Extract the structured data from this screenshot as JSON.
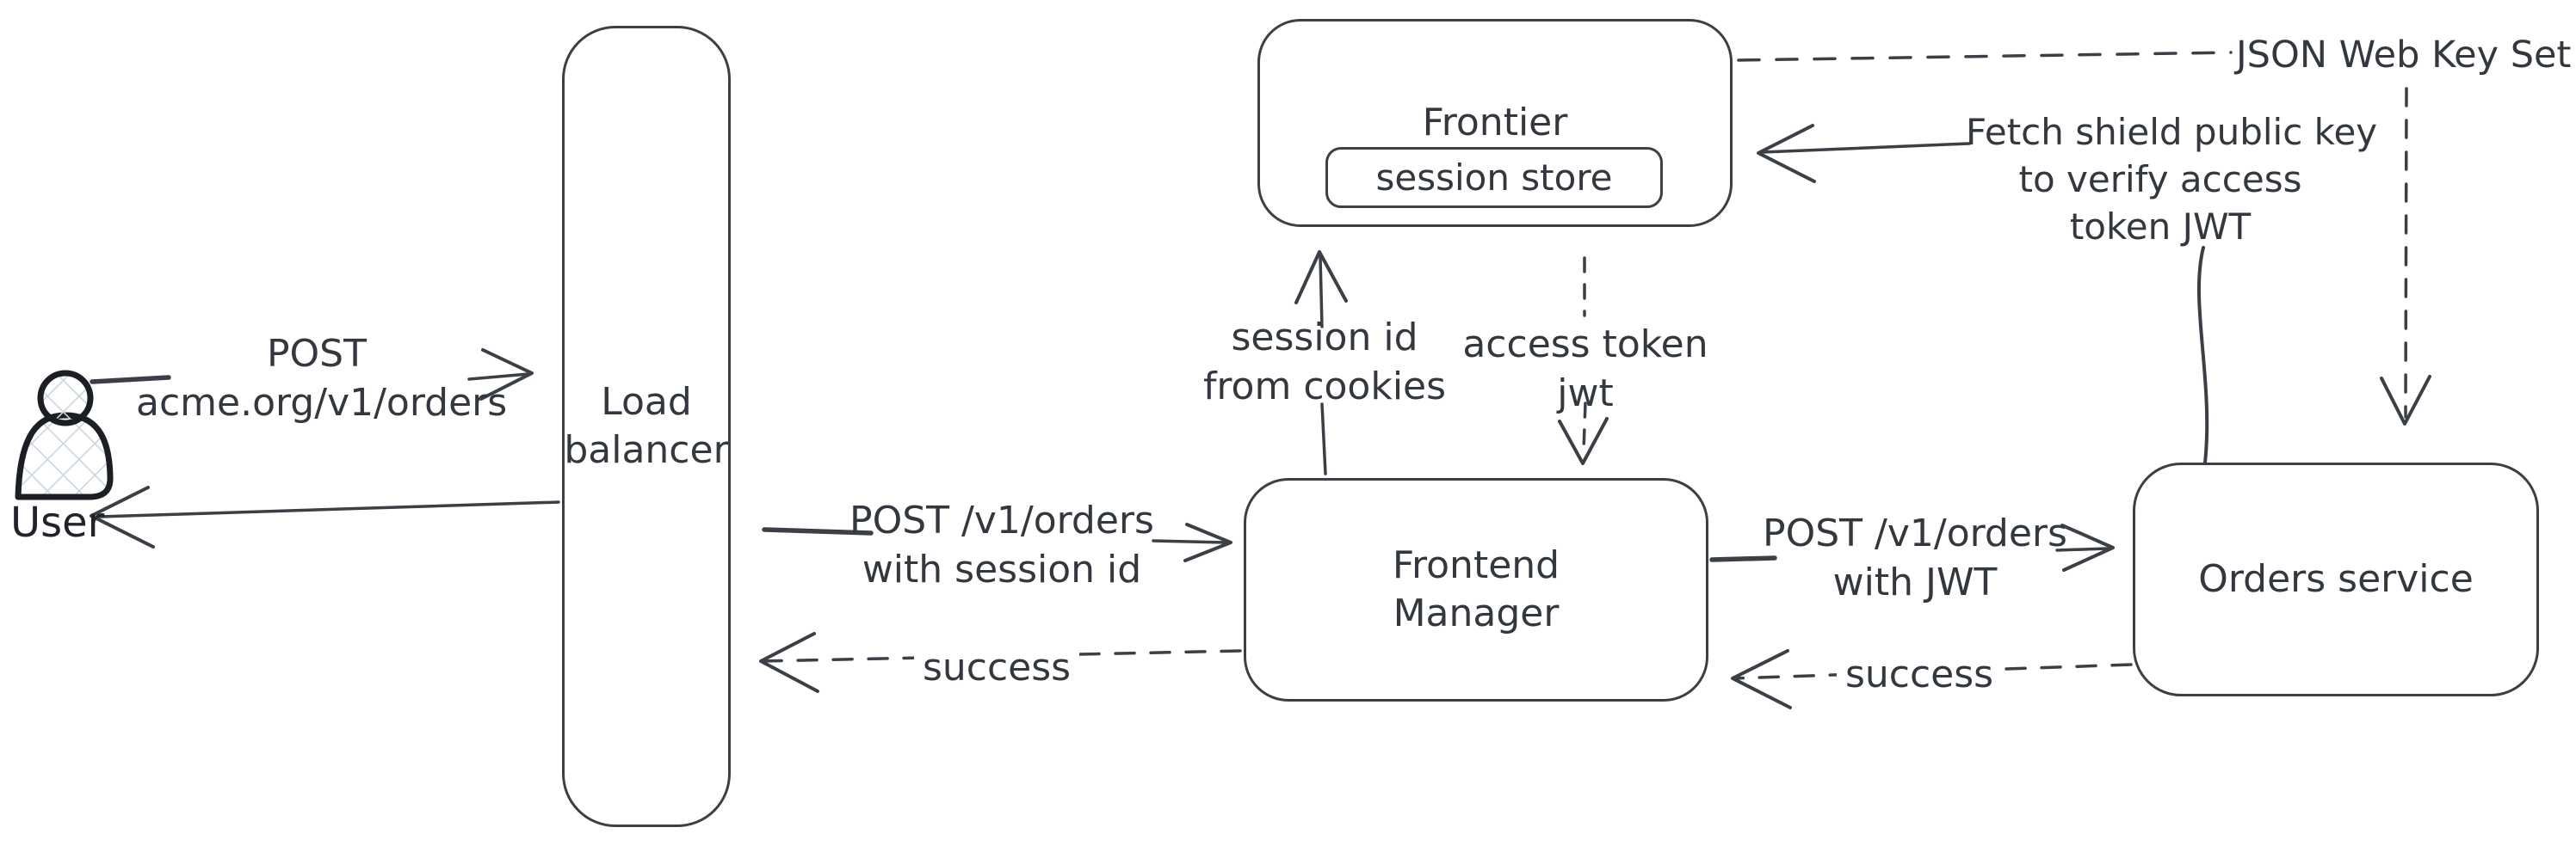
{
  "diagram": {
    "type": "architecture-flow",
    "background": "#ffffff"
  },
  "colors": {
    "stroke": "#3b3f46",
    "text": "#33373e",
    "actor_stroke": "#1b1e23",
    "actor_crosshatch": "#ccd5dd"
  },
  "nodes": {
    "user": {
      "label": "User"
    },
    "load_balancer": {
      "label_line1": "Load",
      "label_line2": "balancer"
    },
    "frontier": {
      "label": "Frontier",
      "session_store": {
        "label": "session store"
      }
    },
    "frontend_manager": {
      "label_line1": "Frontend",
      "label_line2": "Manager"
    },
    "orders_service": {
      "label": "Orders service"
    },
    "jwks": {
      "label": "JSON Web Key Set"
    }
  },
  "edges": {
    "user_to_lb": {
      "style": "solid",
      "label_line1": "POST",
      "label_line2": "acme.org/v1/orders"
    },
    "lb_to_user": {
      "style": "solid",
      "label": ""
    },
    "lb_to_fm": {
      "style": "solid",
      "label_line1": "POST /v1/orders",
      "label_line2": "with session id"
    },
    "fm_to_lb_success": {
      "style": "dashed",
      "label": "success"
    },
    "fm_to_frontier": {
      "style": "solid",
      "label_line1": "session id",
      "label_line2": "from cookies"
    },
    "frontier_to_fm": {
      "style": "dashed",
      "label_line1": "access token",
      "label_line2": "jwt"
    },
    "fm_to_orders": {
      "style": "solid",
      "label_line1": "POST /v1/orders",
      "label_line2": "with JWT"
    },
    "orders_to_fm_success": {
      "style": "dashed",
      "label": "success"
    },
    "orders_to_frontier_fetch": {
      "style": "solid",
      "label_line1": "Fetch shield public key",
      "label_line2": "to verify access",
      "label_line3": "token JWT"
    },
    "frontier_to_jwks": {
      "style": "dashed",
      "label": ""
    },
    "jwks_to_orders": {
      "style": "dashed",
      "label": ""
    }
  }
}
